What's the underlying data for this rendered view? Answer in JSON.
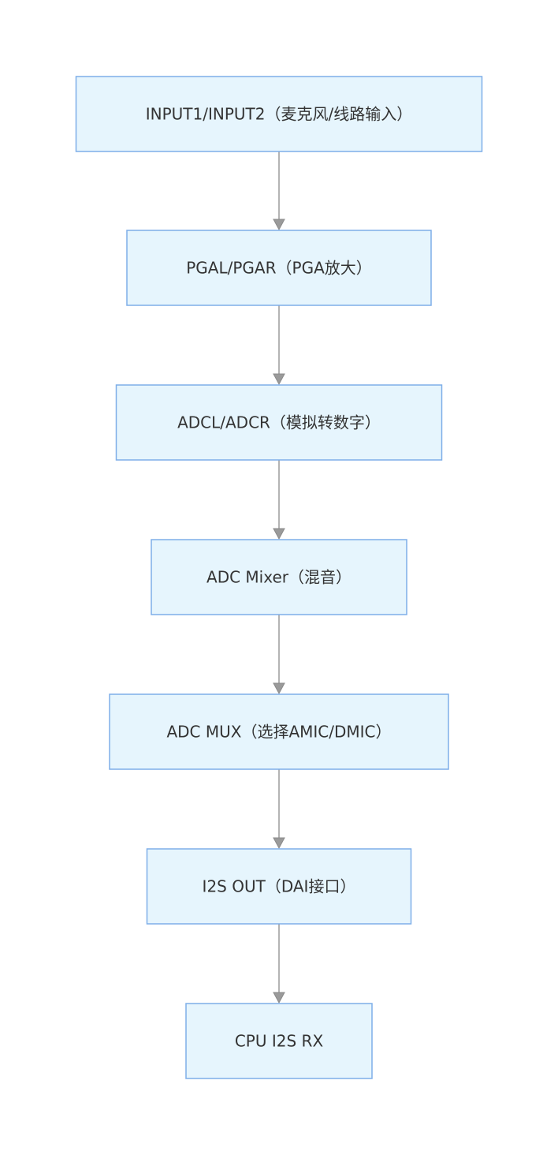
{
  "diagram": {
    "type": "flowchart",
    "direction": "top-to-bottom",
    "colors": {
      "node_fill": "#e6f5fd",
      "node_border": "#7eaee8",
      "edge": "#9a9a9a",
      "text": "#333333"
    },
    "nodes": [
      {
        "id": "input",
        "label": "INPUT1/INPUT2（麦克风/线路输入）"
      },
      {
        "id": "pga",
        "label": "PGAL/PGAR（PGA放大）"
      },
      {
        "id": "adc",
        "label": "ADCL/ADCR（模拟转数字）"
      },
      {
        "id": "mixer",
        "label": "ADC Mixer（混音）"
      },
      {
        "id": "mux",
        "label": "ADC MUX（选择AMIC/DMIC）"
      },
      {
        "id": "i2s_out",
        "label": "I2S OUT（DAI接口）"
      },
      {
        "id": "cpu_rx",
        "label": "CPU I2S RX"
      }
    ],
    "edges": [
      {
        "from": "input",
        "to": "pga"
      },
      {
        "from": "pga",
        "to": "adc"
      },
      {
        "from": "adc",
        "to": "mixer"
      },
      {
        "from": "mixer",
        "to": "mux"
      },
      {
        "from": "mux",
        "to": "i2s_out"
      },
      {
        "from": "i2s_out",
        "to": "cpu_rx"
      }
    ]
  }
}
